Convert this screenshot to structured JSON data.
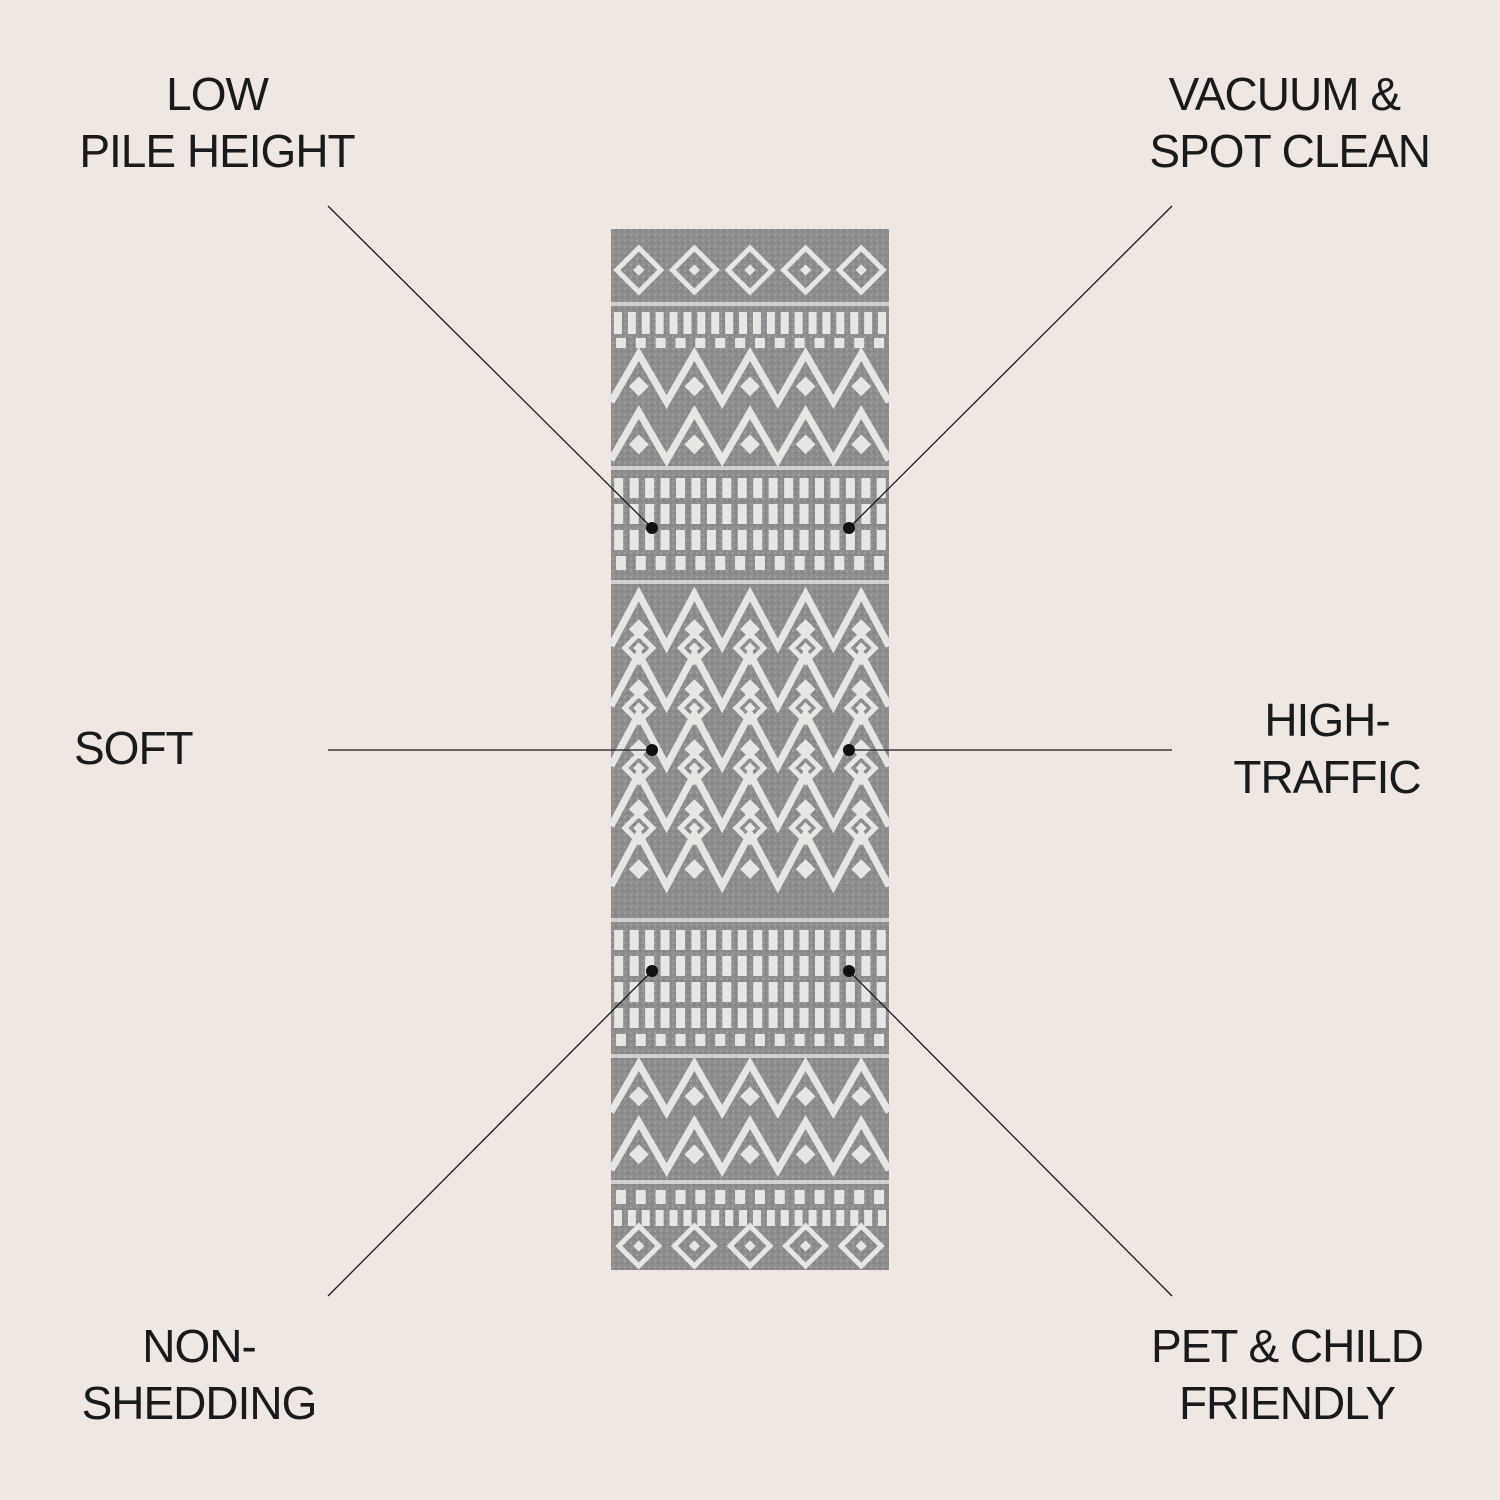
{
  "colors": {
    "background": "#f0e7e2",
    "text": "#1a1a1a",
    "rug_base": "#8d8d8d",
    "rug_pattern": "#e6e6e3"
  },
  "features": {
    "low_pile": [
      "LOW",
      "PILE HEIGHT"
    ],
    "vacuum": [
      "VACUUM &",
      "SPOT CLEAN"
    ],
    "soft": [
      "SOFT"
    ],
    "high_traffic": [
      "HIGH-",
      "TRAFFIC"
    ],
    "non_shedding": [
      "NON-",
      "SHEDDING"
    ],
    "pet_child": [
      "PET & CHILD",
      "FRIENDLY"
    ]
  },
  "icons": {
    "callout_dot": "callout-dot-icon"
  }
}
